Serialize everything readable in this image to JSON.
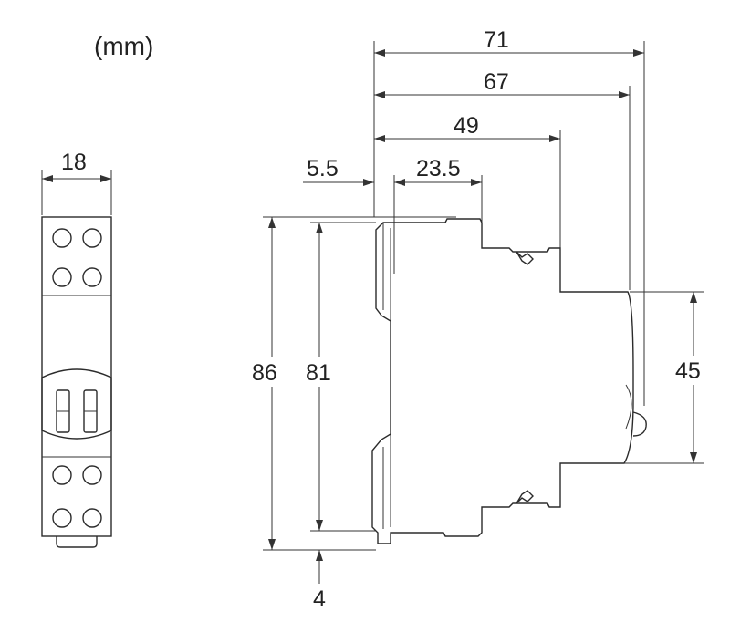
{
  "unit": "(mm)",
  "front_view": {
    "width": "18"
  },
  "side_view": {
    "depth_total": "71",
    "depth_body": "67",
    "depth_shoulder": "49",
    "depth_rail_offset": "5.5",
    "depth_rail_section": "23.5",
    "height_total": "86",
    "height_body": "81",
    "height_front_face": "45",
    "height_clip": "4"
  }
}
